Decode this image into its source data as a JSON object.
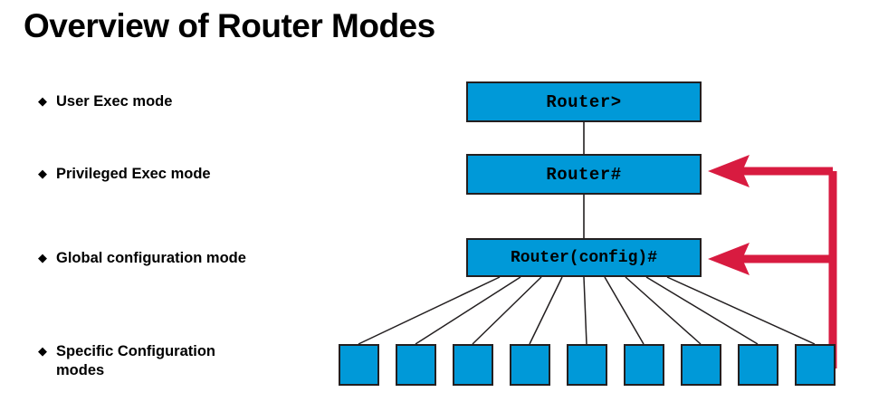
{
  "slide": {
    "title": "Overview of Router Modes",
    "background_color": "#ffffff",
    "text_color": "#000000"
  },
  "bullets": [
    {
      "marker": "◆",
      "label": "User Exec mode"
    },
    {
      "marker": "◆",
      "label": "Privileged Exec mode"
    },
    {
      "marker": "◆",
      "label": "Global configuration mode"
    },
    {
      "marker": "◆",
      "label": "Specific Configuration\nmodes"
    }
  ],
  "diagram": {
    "box_fill": "#0099d8",
    "box_stroke": "#231f20",
    "arrow_color": "#d81b40",
    "connector_color": "#231f20",
    "prompt_boxes": [
      {
        "name": "user-exec-box",
        "label": "Router>"
      },
      {
        "name": "privileged-exec-box",
        "label": "Router#"
      },
      {
        "name": "global-config-box",
        "label": "Router(config)#"
      }
    ],
    "specific_mode_box_count": 9,
    "specific_mode_boxes": [
      {
        "label": ""
      },
      {
        "label": ""
      },
      {
        "label": ""
      },
      {
        "label": ""
      },
      {
        "label": ""
      },
      {
        "label": ""
      },
      {
        "label": ""
      },
      {
        "label": ""
      },
      {
        "label": ""
      }
    ],
    "return_arrows": [
      {
        "name": "exit-to-privileged-exec-arrow",
        "target": "Router#"
      },
      {
        "name": "exit-to-global-config-arrow",
        "target": "Router(config)#"
      }
    ]
  }
}
